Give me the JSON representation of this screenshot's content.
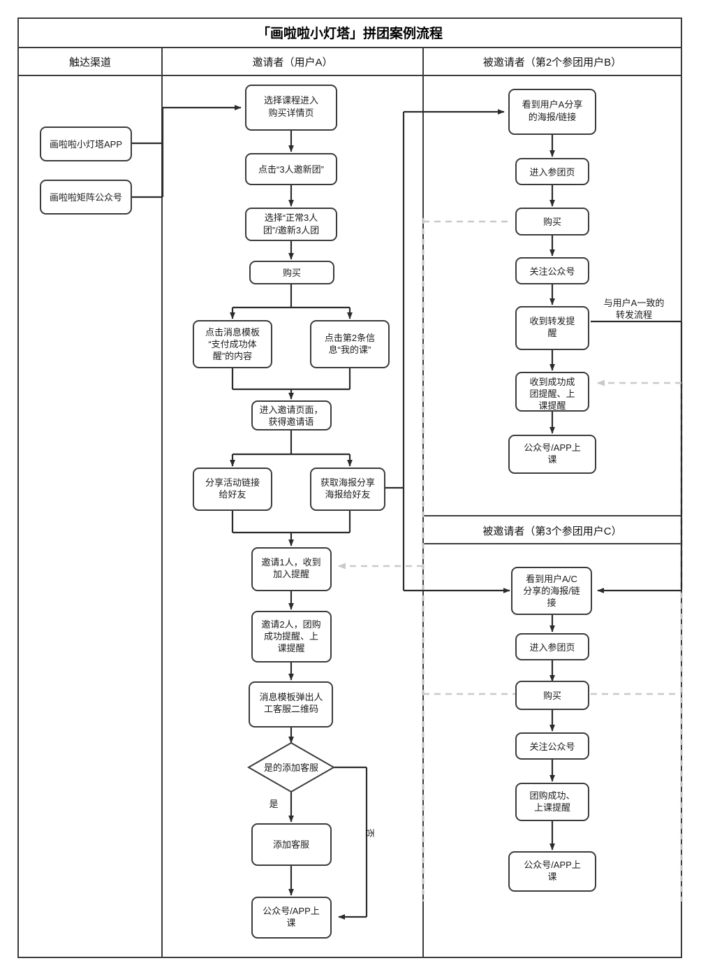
{
  "title": "「画啦啦小灯塔」拼团案例流程",
  "columns": [
    {
      "id": "channel",
      "header": "触达渠道"
    },
    {
      "id": "inviter",
      "header": "邀请者（用户A）"
    },
    {
      "id": "inviteeB",
      "header": "被邀请者（第2个参团用户B）"
    },
    {
      "id": "inviteeC",
      "header": "被邀请者（第3个参团用户C）"
    }
  ],
  "channel_nodes": [
    {
      "id": "ch1",
      "label": "画啦啦小灯塔APP"
    },
    {
      "id": "ch2",
      "label": "画啦啦矩阵公众号"
    }
  ],
  "inviter_nodes": [
    {
      "id": "a1",
      "label": "选择课程进入\n购买详情页"
    },
    {
      "id": "a2",
      "label": "点击“3人邀新团”"
    },
    {
      "id": "a3",
      "label": "选择“正常3人\n团”/邀新3人团"
    },
    {
      "id": "a4",
      "label": "购买"
    },
    {
      "id": "a5",
      "label": "点击消息模板\n“支付成功体\n醒”的内容"
    },
    {
      "id": "a6",
      "label": "点击第2条信\n息“我的课”"
    },
    {
      "id": "a7",
      "label": "进入邀请页面，\n获得邀请语"
    },
    {
      "id": "a8",
      "label": "分享活动链接\n给好友"
    },
    {
      "id": "a9",
      "label": "获取海报分享\n海报给好友"
    },
    {
      "id": "a10",
      "label": "邀请1人，收到\n加入提醒"
    },
    {
      "id": "a11",
      "label": "邀请2人，团购\n成功提醒、上\n课提醒"
    },
    {
      "id": "a12",
      "label": "消息模板弹出人\n工客服二维码"
    },
    {
      "id": "a13",
      "label": "是的添加客服",
      "shape": "diamond"
    },
    {
      "id": "a14",
      "label": "添加客服"
    },
    {
      "id": "a15",
      "label": "公众号/APP上\n课"
    }
  ],
  "inviter_edge_labels": {
    "yes": "是",
    "no": "否"
  },
  "inviteeB_nodes": [
    {
      "id": "b1",
      "label": "看到用户A分享\n的海报/链接"
    },
    {
      "id": "b2",
      "label": "进入参团页"
    },
    {
      "id": "b3",
      "label": "购买"
    },
    {
      "id": "b4",
      "label": "关注公众号"
    },
    {
      "id": "b5",
      "label": "收到转发提\n醒"
    },
    {
      "id": "b6",
      "label": "收到成功成\n团提醒、上\n课提醒"
    },
    {
      "id": "b7",
      "label": "公众号/APP上\n课"
    }
  ],
  "inviteeC_nodes": [
    {
      "id": "c1",
      "label": "看到用户A/C\n分享的海报/链\n接"
    },
    {
      "id": "c2",
      "label": "进入参团页"
    },
    {
      "id": "c3",
      "label": "购买"
    },
    {
      "id": "c4",
      "label": "关注公众号"
    },
    {
      "id": "c5",
      "label": "团购成功、\n上课提醒"
    },
    {
      "id": "c6",
      "label": "公众号/APP上\n课"
    }
  ],
  "annotations": [
    {
      "id": "ann1",
      "label": "与用户A一致的\n转发流程"
    }
  ],
  "colors": {
    "box_stroke": "#3b3b3b",
    "connector": "#2b2b2b",
    "dashed": "#c9c9c9",
    "background": "#ffffff",
    "text": "#1a1a1a"
  }
}
